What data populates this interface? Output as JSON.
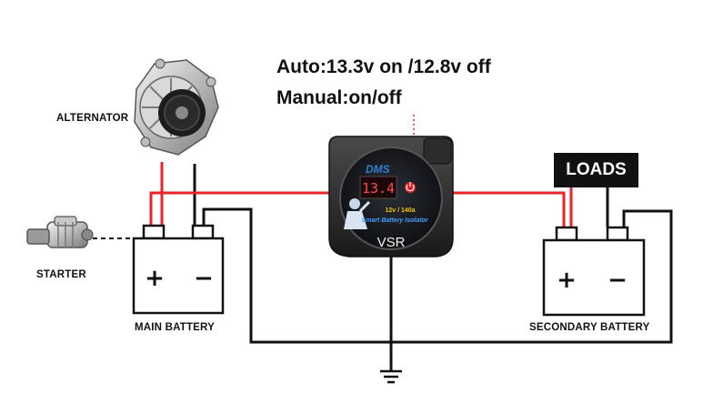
{
  "labels": {
    "alternator": "ALTERNATOR",
    "starter": "STARTER",
    "main_battery": "MAIN BATTERY",
    "secondary_battery": "SECONDARY BATTERY",
    "loads": "LOADS",
    "mode_auto": "Auto:13.3v on /12.8v off",
    "mode_manual": "Manual:on/off"
  },
  "main_battery": {
    "plus": "+",
    "minus": "−"
  },
  "secondary_battery": {
    "plus": "+",
    "minus": "−"
  },
  "vsr": {
    "brand": "DMS",
    "display_value": "13.4",
    "rating": "12v / 140a",
    "product_line": "Smart Battery Isolator",
    "model": "VSR"
  },
  "colors": {
    "positive_wire": "#e8232a",
    "negative_wire": "#111111",
    "display_digits": "#ff4a4a",
    "power_button": "#e02020",
    "rating_text": "#f2c400",
    "product_text": "#3fa3ff",
    "brand_text": "#2f7fd1"
  }
}
